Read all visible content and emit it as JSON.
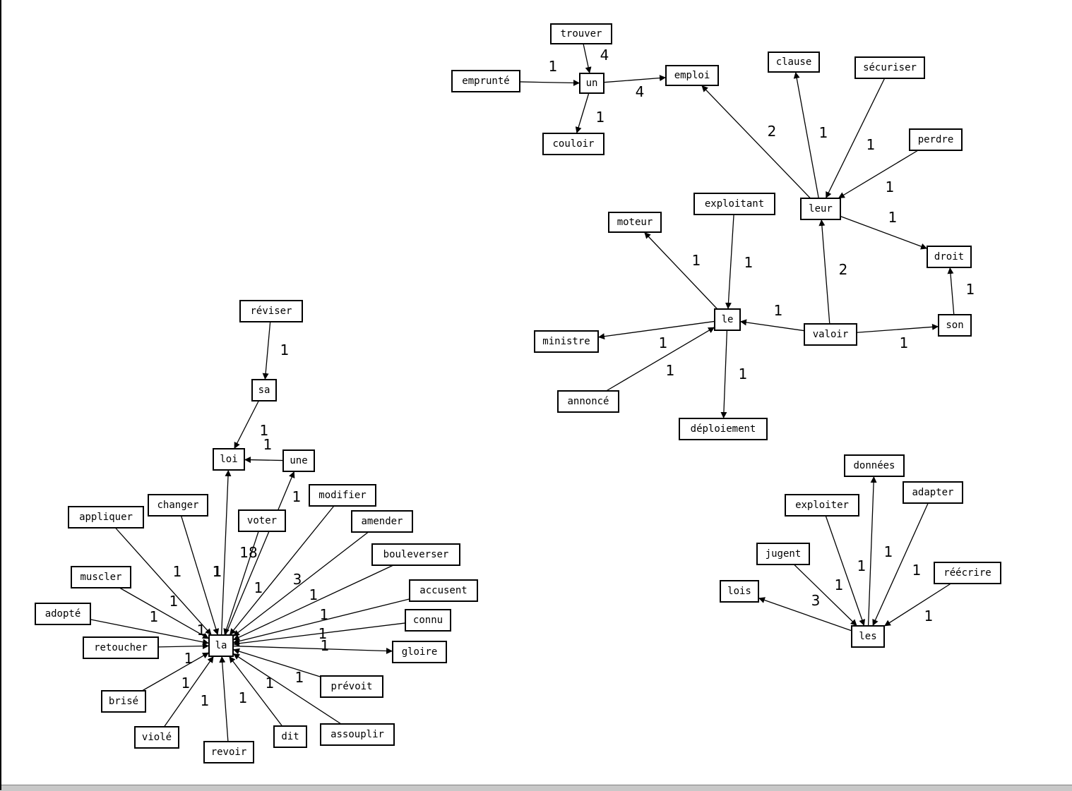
{
  "graph": {
    "nodes": [
      {
        "id": "trouver",
        "label": "trouver"
      },
      {
        "id": "emprunte",
        "label": "emprunté"
      },
      {
        "id": "un",
        "label": "un"
      },
      {
        "id": "emploi",
        "label": "emploi"
      },
      {
        "id": "couloir",
        "label": "couloir"
      },
      {
        "id": "clause",
        "label": "clause"
      },
      {
        "id": "securiser",
        "label": "sécuriser"
      },
      {
        "id": "perdre",
        "label": "perdre"
      },
      {
        "id": "leur",
        "label": "leur"
      },
      {
        "id": "droit",
        "label": "droit"
      },
      {
        "id": "exploitant",
        "label": "exploitant"
      },
      {
        "id": "moteur",
        "label": "moteur"
      },
      {
        "id": "le",
        "label": "le"
      },
      {
        "id": "valoir",
        "label": "valoir"
      },
      {
        "id": "son",
        "label": "son"
      },
      {
        "id": "ministre",
        "label": "ministre"
      },
      {
        "id": "annonce",
        "label": "annoncé"
      },
      {
        "id": "deploiement",
        "label": "déploiement"
      },
      {
        "id": "reviser",
        "label": "réviser"
      },
      {
        "id": "sa",
        "label": "sa"
      },
      {
        "id": "loi",
        "label": "loi"
      },
      {
        "id": "une",
        "label": "une"
      },
      {
        "id": "voter",
        "label": "voter"
      },
      {
        "id": "modifier",
        "label": "modifier"
      },
      {
        "id": "amender",
        "label": "amender"
      },
      {
        "id": "bouleverser",
        "label": "bouleverser"
      },
      {
        "id": "accusent",
        "label": "accusent"
      },
      {
        "id": "connu",
        "label": "connu"
      },
      {
        "id": "gloire",
        "label": "gloire"
      },
      {
        "id": "prevoit",
        "label": "prévoit"
      },
      {
        "id": "assouplir",
        "label": "assouplir"
      },
      {
        "id": "dit",
        "label": "dit"
      },
      {
        "id": "revoir",
        "label": "revoir"
      },
      {
        "id": "viole",
        "label": "violé"
      },
      {
        "id": "brise",
        "label": "brisé"
      },
      {
        "id": "retoucher",
        "label": "retoucher"
      },
      {
        "id": "adopte",
        "label": "adopté"
      },
      {
        "id": "muscler",
        "label": "muscler"
      },
      {
        "id": "appliquer",
        "label": "appliquer"
      },
      {
        "id": "changer",
        "label": "changer"
      },
      {
        "id": "la",
        "label": "la"
      },
      {
        "id": "donnees",
        "label": "données"
      },
      {
        "id": "exploiter",
        "label": "exploiter"
      },
      {
        "id": "adapter",
        "label": "adapter"
      },
      {
        "id": "jugent",
        "label": "jugent"
      },
      {
        "id": "reecrire",
        "label": "réécrire"
      },
      {
        "id": "lois",
        "label": "lois"
      },
      {
        "id": "les",
        "label": "les"
      }
    ],
    "edges": [
      {
        "from": "trouver",
        "to": "un",
        "weight": "4"
      },
      {
        "from": "emprunte",
        "to": "un",
        "weight": "1"
      },
      {
        "from": "un",
        "to": "emploi",
        "weight": "4"
      },
      {
        "from": "un",
        "to": "couloir",
        "weight": "1"
      },
      {
        "from": "leur",
        "to": "emploi",
        "weight": "2"
      },
      {
        "from": "leur",
        "to": "clause",
        "weight": "1"
      },
      {
        "from": "securiser",
        "to": "leur",
        "weight": "1"
      },
      {
        "from": "perdre",
        "to": "leur",
        "weight": "1"
      },
      {
        "from": "leur",
        "to": "droit",
        "weight": "1"
      },
      {
        "from": "valoir",
        "to": "leur",
        "weight": "2"
      },
      {
        "from": "son",
        "to": "droit",
        "weight": "1"
      },
      {
        "from": "valoir",
        "to": "son",
        "weight": "1"
      },
      {
        "from": "valoir",
        "to": "le",
        "weight": "1"
      },
      {
        "from": "exploitant",
        "to": "le",
        "weight": "1"
      },
      {
        "from": "le",
        "to": "moteur",
        "weight": "1"
      },
      {
        "from": "le",
        "to": "ministre",
        "weight": "1"
      },
      {
        "from": "annonce",
        "to": "le",
        "weight": "1"
      },
      {
        "from": "le",
        "to": "deploiement",
        "weight": "1"
      },
      {
        "from": "reviser",
        "to": "sa",
        "weight": "1"
      },
      {
        "from": "sa",
        "to": "loi",
        "weight": "1"
      },
      {
        "from": "une",
        "to": "loi",
        "weight": "1"
      },
      {
        "from": "la",
        "to": "loi",
        "weight": "1"
      },
      {
        "from": "la",
        "to": "une",
        "weight": "1"
      },
      {
        "from": "voter",
        "to": "la",
        "weight": "18"
      },
      {
        "from": "modifier",
        "to": "la",
        "weight": "1"
      },
      {
        "from": "amender",
        "to": "la",
        "weight": "3"
      },
      {
        "from": "bouleverser",
        "to": "la",
        "weight": "1"
      },
      {
        "from": "accusent",
        "to": "la",
        "weight": "1"
      },
      {
        "from": "connu",
        "to": "la",
        "weight": "1"
      },
      {
        "from": "la",
        "to": "gloire",
        "weight": "1"
      },
      {
        "from": "prevoit",
        "to": "la",
        "weight": "1"
      },
      {
        "from": "assouplir",
        "to": "la",
        "weight": "1"
      },
      {
        "from": "dit",
        "to": "la",
        "weight": "1"
      },
      {
        "from": "revoir",
        "to": "la",
        "weight": "1"
      },
      {
        "from": "viole",
        "to": "la",
        "weight": "1"
      },
      {
        "from": "brise",
        "to": "la",
        "weight": "1"
      },
      {
        "from": "retoucher",
        "to": "la",
        "weight": "1"
      },
      {
        "from": "adopte",
        "to": "la",
        "weight": "1"
      },
      {
        "from": "muscler",
        "to": "la",
        "weight": "1"
      },
      {
        "from": "appliquer",
        "to": "la",
        "weight": "1"
      },
      {
        "from": "changer",
        "to": "la",
        "weight": "1"
      },
      {
        "from": "les",
        "to": "donnees",
        "weight": "1"
      },
      {
        "from": "exploiter",
        "to": "les",
        "weight": "1"
      },
      {
        "from": "adapter",
        "to": "les",
        "weight": "1"
      },
      {
        "from": "jugent",
        "to": "les",
        "weight": "1"
      },
      {
        "from": "reecrire",
        "to": "les",
        "weight": "1"
      },
      {
        "from": "les",
        "to": "lois",
        "weight": "3"
      }
    ]
  }
}
